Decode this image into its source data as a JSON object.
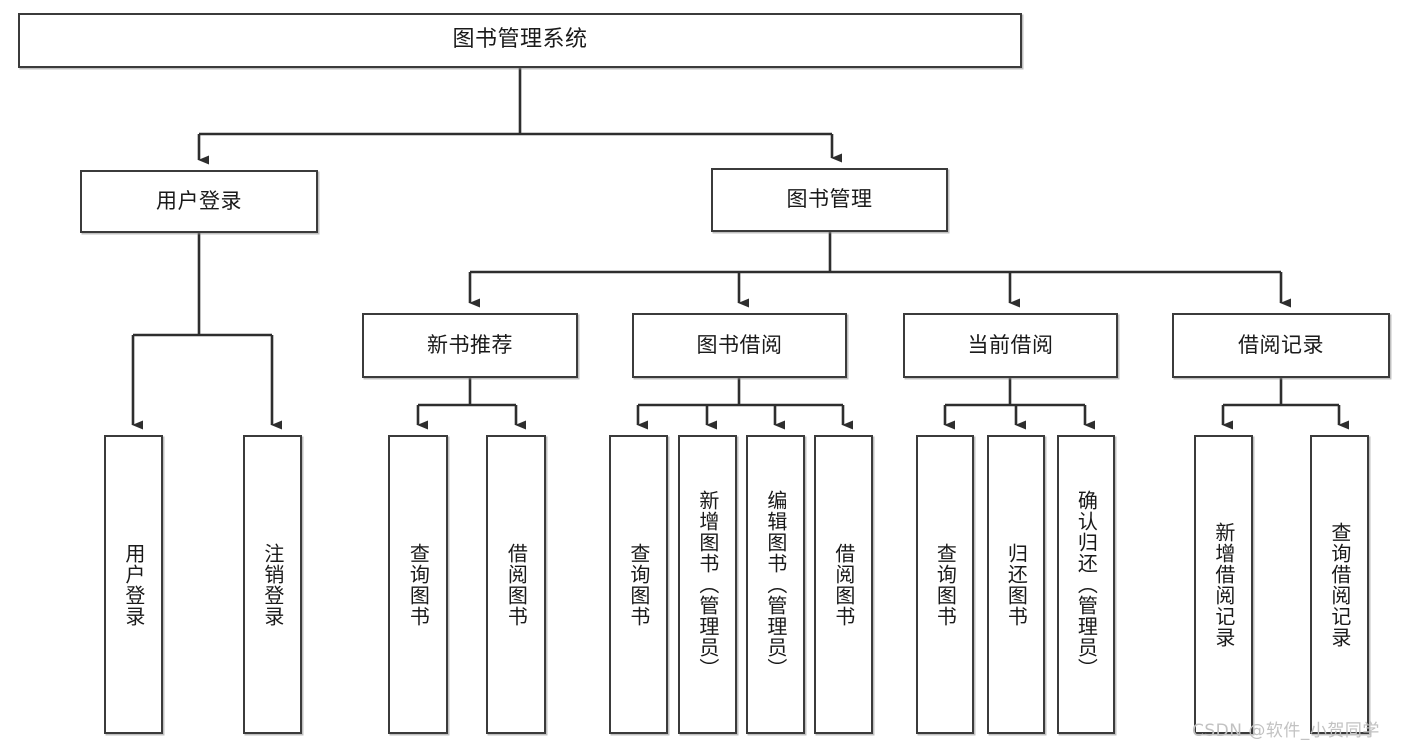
{
  "diagram": {
    "title": "图书管理系统",
    "type": "tree-hierarchy",
    "orientation": "top-down",
    "colors": {
      "box_border": "#3b3b3b",
      "box_fill": "#ffffff",
      "edge": "#2e2e2e",
      "text": "#1a1a1a",
      "watermark": "#c2c2c2"
    }
  },
  "root": {
    "label": "图书管理系统"
  },
  "level2": [
    {
      "label": "用户登录"
    },
    {
      "label": "图书管理"
    }
  ],
  "level3": [
    {
      "label": "新书推荐"
    },
    {
      "label": "图书借阅"
    },
    {
      "label": "当前借阅"
    },
    {
      "label": "借阅记录"
    }
  ],
  "leaves": {
    "user_login": [
      {
        "label": "用户登录"
      },
      {
        "label": "注销登录"
      }
    ],
    "new_book_recommend": [
      {
        "label": "查询图书"
      },
      {
        "label": "借阅图书"
      }
    ],
    "book_borrow": [
      {
        "label": "查询图书"
      },
      {
        "label": "新增图书（管理员）"
      },
      {
        "label": "编辑图书（管理员）"
      },
      {
        "label": "借阅图书"
      }
    ],
    "current_borrow": [
      {
        "label": "查询图书"
      },
      {
        "label": "归还图书"
      },
      {
        "label": "确认归还（管理员）"
      }
    ],
    "borrow_record": [
      {
        "label": "新增借阅记录"
      },
      {
        "label": "查询借阅记录"
      }
    ]
  },
  "watermark": {
    "text": "CSDN @软件_小贺同学"
  }
}
